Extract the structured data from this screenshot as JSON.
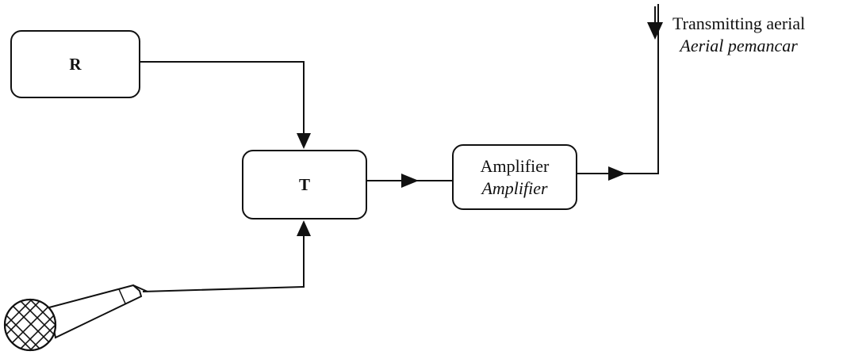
{
  "blocks": {
    "r_label": "R",
    "t_label": "T",
    "amplifier_label": "Amplifier",
    "amplifier_label_translation": "Amplifier"
  },
  "aerial": {
    "label": "Transmitting aerial",
    "label_translation": "Aerial pemancar"
  },
  "icons": {
    "microphone": "microphone-icon",
    "arrowhead": "arrowhead-icon"
  }
}
